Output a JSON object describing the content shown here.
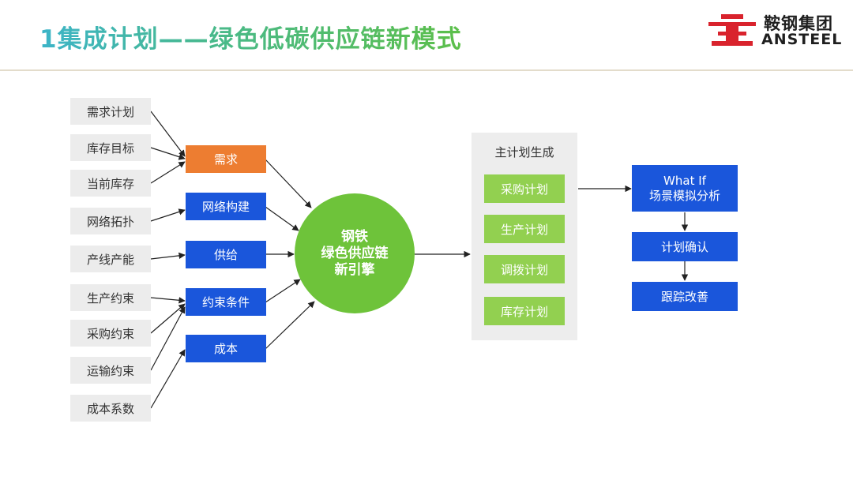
{
  "title": "1集成计划——绿色低碳供应链新模式",
  "logo": {
    "cn": "鞍钢集团",
    "en": "ANSTEEL",
    "color": "#d9232d"
  },
  "inputs": [
    "需求计划",
    "库存目标",
    "当前库存",
    "网络拓扑",
    "产线产能",
    "生产约束",
    "采购约束",
    "运输约束",
    "成本系数"
  ],
  "factors": [
    {
      "label": "需求",
      "color": "#ed7d31"
    },
    {
      "label": "网络构建",
      "color": "#1a56db"
    },
    {
      "label": "供给",
      "color": "#1a56db"
    },
    {
      "label": "约束条件",
      "color": "#1a56db"
    },
    {
      "label": "成本",
      "color": "#1a56db"
    }
  ],
  "engine": {
    "line1": "钢铁",
    "line2": "绿色供应链",
    "line3": "新引擎",
    "color": "#6ec33a"
  },
  "master_plan": {
    "title": "主计划生成",
    "items": [
      "采购计划",
      "生产计划",
      "调拨计划",
      "库存计划"
    ]
  },
  "right": {
    "whatif_line1": "What If",
    "whatif_line2": "场景模拟分析",
    "confirm": "计划确认",
    "track": "跟踪改善"
  }
}
